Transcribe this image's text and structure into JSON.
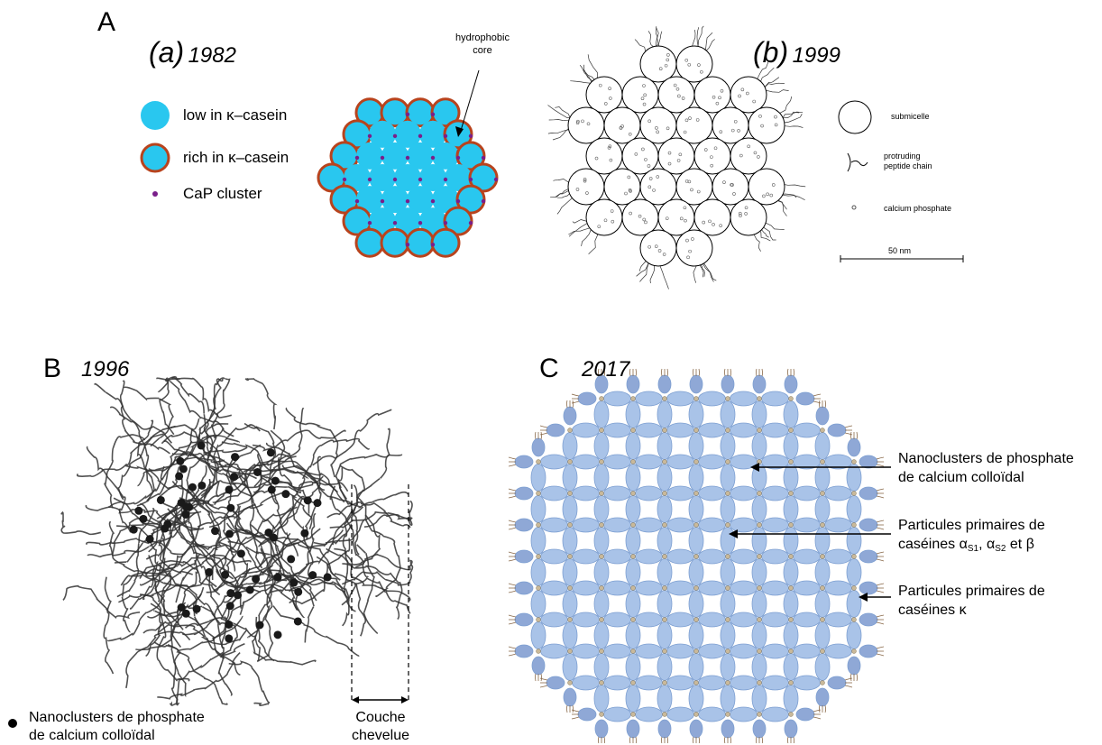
{
  "panels": {
    "A": {
      "letter": "A",
      "a": {
        "label": "(a)",
        "year": "1982",
        "legend": [
          {
            "text": "low in κ–casein"
          },
          {
            "text": "rich in κ–casein"
          },
          {
            "text": "CaP cluster"
          }
        ],
        "callout": [
          "hydrophobic",
          "core"
        ]
      },
      "b": {
        "label": "(b)",
        "year": "1999",
        "legend": [
          {
            "text": "submicelle"
          },
          {
            "text": "protruding"
          },
          {
            "text": "peptide chain"
          },
          {
            "text": "calcium phosphate"
          }
        ],
        "scale": "50 nm"
      }
    },
    "B": {
      "letter": "B",
      "year": "1996",
      "legend": [
        "Nanoclusters de phosphate",
        "de calcium colloïdal"
      ],
      "layer": [
        "Couche",
        "chevelue"
      ]
    },
    "C": {
      "letter": "C",
      "year": "2017",
      "annotations": {
        "n1": "Nanoclusters de phosphate",
        "n2": "de calcium colloïdal",
        "p1": "Particules primaires de",
        "p2_pre": "caséines α",
        "p2_s1": "S1",
        "p2_mid": ", α",
        "p2_s2": "S2",
        "p2_post": " et β",
        "k1": "Particules primaires de",
        "k2": "caséines κ"
      }
    }
  },
  "colors": {
    "cyan": "#29c7ef",
    "rim": "#b8431d",
    "cap": "#7a1f8a",
    "blue_particle": "#a9c3e8",
    "blue_edge": "#7d9fd1"
  }
}
